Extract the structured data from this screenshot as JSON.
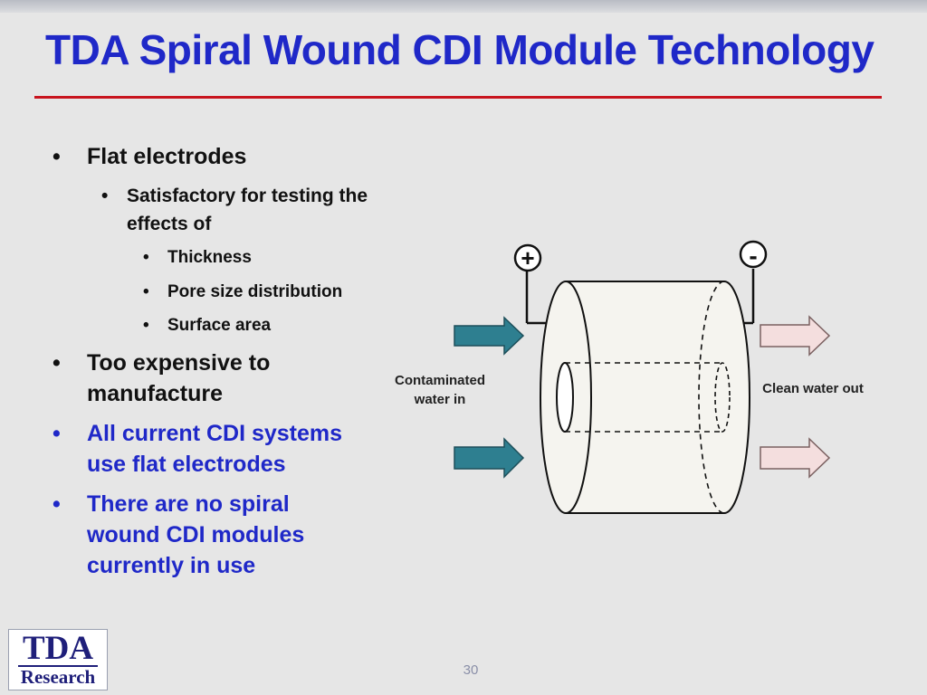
{
  "slide": {
    "title": "TDA Spiral Wound CDI Module Technology",
    "page_number": "30"
  },
  "bullets": {
    "flat_electrodes": "Flat electrodes",
    "satisfactory": "Satisfactory for testing the effects of",
    "thickness": "Thickness",
    "pore_size": "Pore size distribution",
    "surface_area": "Surface area",
    "too_expensive": "Too expensive to manufacture",
    "all_current": "All current CDI systems use flat electrodes",
    "no_spiral": "There are no spiral wound CDI modules currently in use",
    "bullet_glyph": "•"
  },
  "diagram": {
    "plus_label": "+",
    "minus_label": "-",
    "inlet_label_line1": "Contaminated",
    "inlet_label_line2": "water in",
    "outlet_label": "Clean water out",
    "inlet_arrow_color": "#2e7f90",
    "outlet_arrow_color": "#f4dede"
  },
  "logo": {
    "top": "TDA",
    "bottom": "Research"
  },
  "colors": {
    "title_blue": "#1f28c8",
    "rule_red": "#c8141e",
    "background": "#e6e6e6"
  }
}
